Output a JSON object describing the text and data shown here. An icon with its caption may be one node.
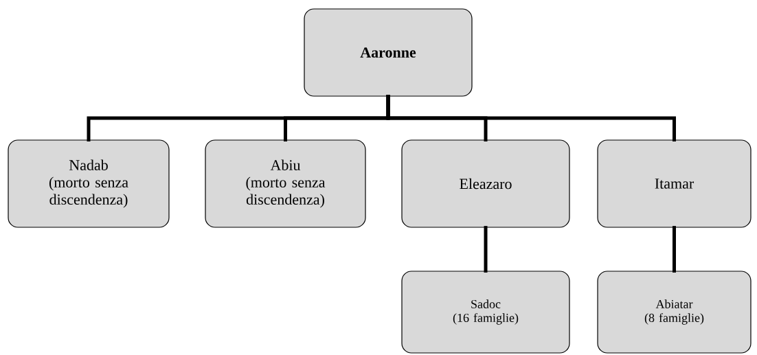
{
  "diagram": {
    "nodes": [
      {
        "text": [
          "Aaronne"
        ]
      },
      {
        "text": [
          "Nadab",
          "(morto senza discendenza)"
        ]
      },
      {
        "text": [
          "Abiu",
          "(morto senza discendenza)"
        ]
      },
      {
        "text": [
          "Eleazaro"
        ]
      },
      {
        "text": [
          "Itamar"
        ]
      },
      {
        "text": [
          "Sadoc",
          "(16 famiglie)"
        ]
      },
      {
        "text": [
          "Abiatar",
          "(8 famiglie)"
        ]
      }
    ],
    "edges": [
      {
        "from": 0,
        "to": 1,
        "arrow": "none"
      },
      {
        "from": 0,
        "to": 2,
        "arrow": "none"
      },
      {
        "from": 0,
        "to": 3,
        "arrow": "none"
      },
      {
        "from": 0,
        "to": 4,
        "arrow": "none"
      },
      {
        "from": 3,
        "to": 5,
        "arrow": "none"
      },
      {
        "from": 4,
        "to": 6,
        "arrow": "none"
      }
    ]
  }
}
